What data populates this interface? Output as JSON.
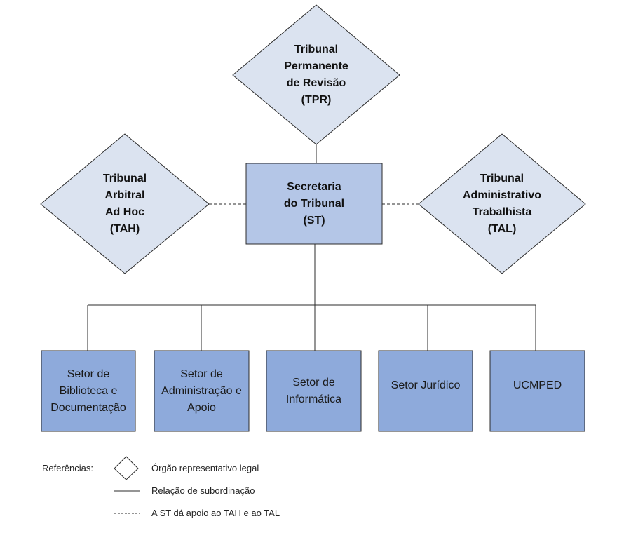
{
  "diagram": {
    "tpr": {
      "lines": [
        "Tribunal",
        "Permanente",
        "de Revisão",
        "(TPR)"
      ]
    },
    "tah": {
      "lines": [
        "Tribunal",
        "Arbitral",
        "Ad Hoc",
        "(TAH)"
      ]
    },
    "st": {
      "lines": [
        "Secretaria",
        "do Tribunal",
        "(ST)"
      ]
    },
    "tal": {
      "lines": [
        "Tribunal",
        "Administrativo",
        "Trabalhista",
        "(TAL)"
      ]
    },
    "sectors": [
      {
        "lines": [
          "Setor de",
          "Biblioteca e",
          "Documentação"
        ]
      },
      {
        "lines": [
          "Setor de",
          "Administração e",
          "Apoio"
        ]
      },
      {
        "lines": [
          "Setor de",
          "Informática"
        ]
      },
      {
        "lines": [
          "Setor Jurídico"
        ]
      },
      {
        "lines": [
          "UCMPED"
        ]
      }
    ]
  },
  "legend": {
    "title": "Referências:",
    "diamond": "Órgão representativo legal",
    "solid": "Relação de subordinação",
    "dashed": "A ST dá apoio ao TAH e ao TAL"
  },
  "colors": {
    "diamond_fill": "#dbe3f0",
    "st_fill": "#b4c6e7",
    "sector_fill": "#8eaadb",
    "stroke": "#2b2b2b"
  }
}
